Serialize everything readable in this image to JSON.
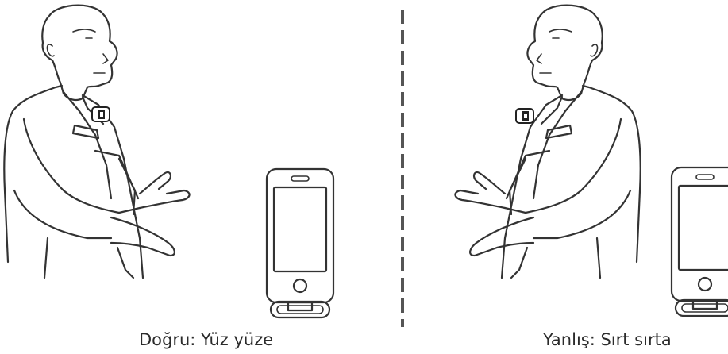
{
  "captions": {
    "correct": "Doğru: Yüz yüze",
    "wrong": "Yanlış: Sırt sırta"
  },
  "icons": {
    "speaker": "speaker-man-illustration",
    "phone": "smartphone-icon",
    "receiver": "wireless-receiver-icon",
    "mic": "lavalier-mic-icon"
  }
}
